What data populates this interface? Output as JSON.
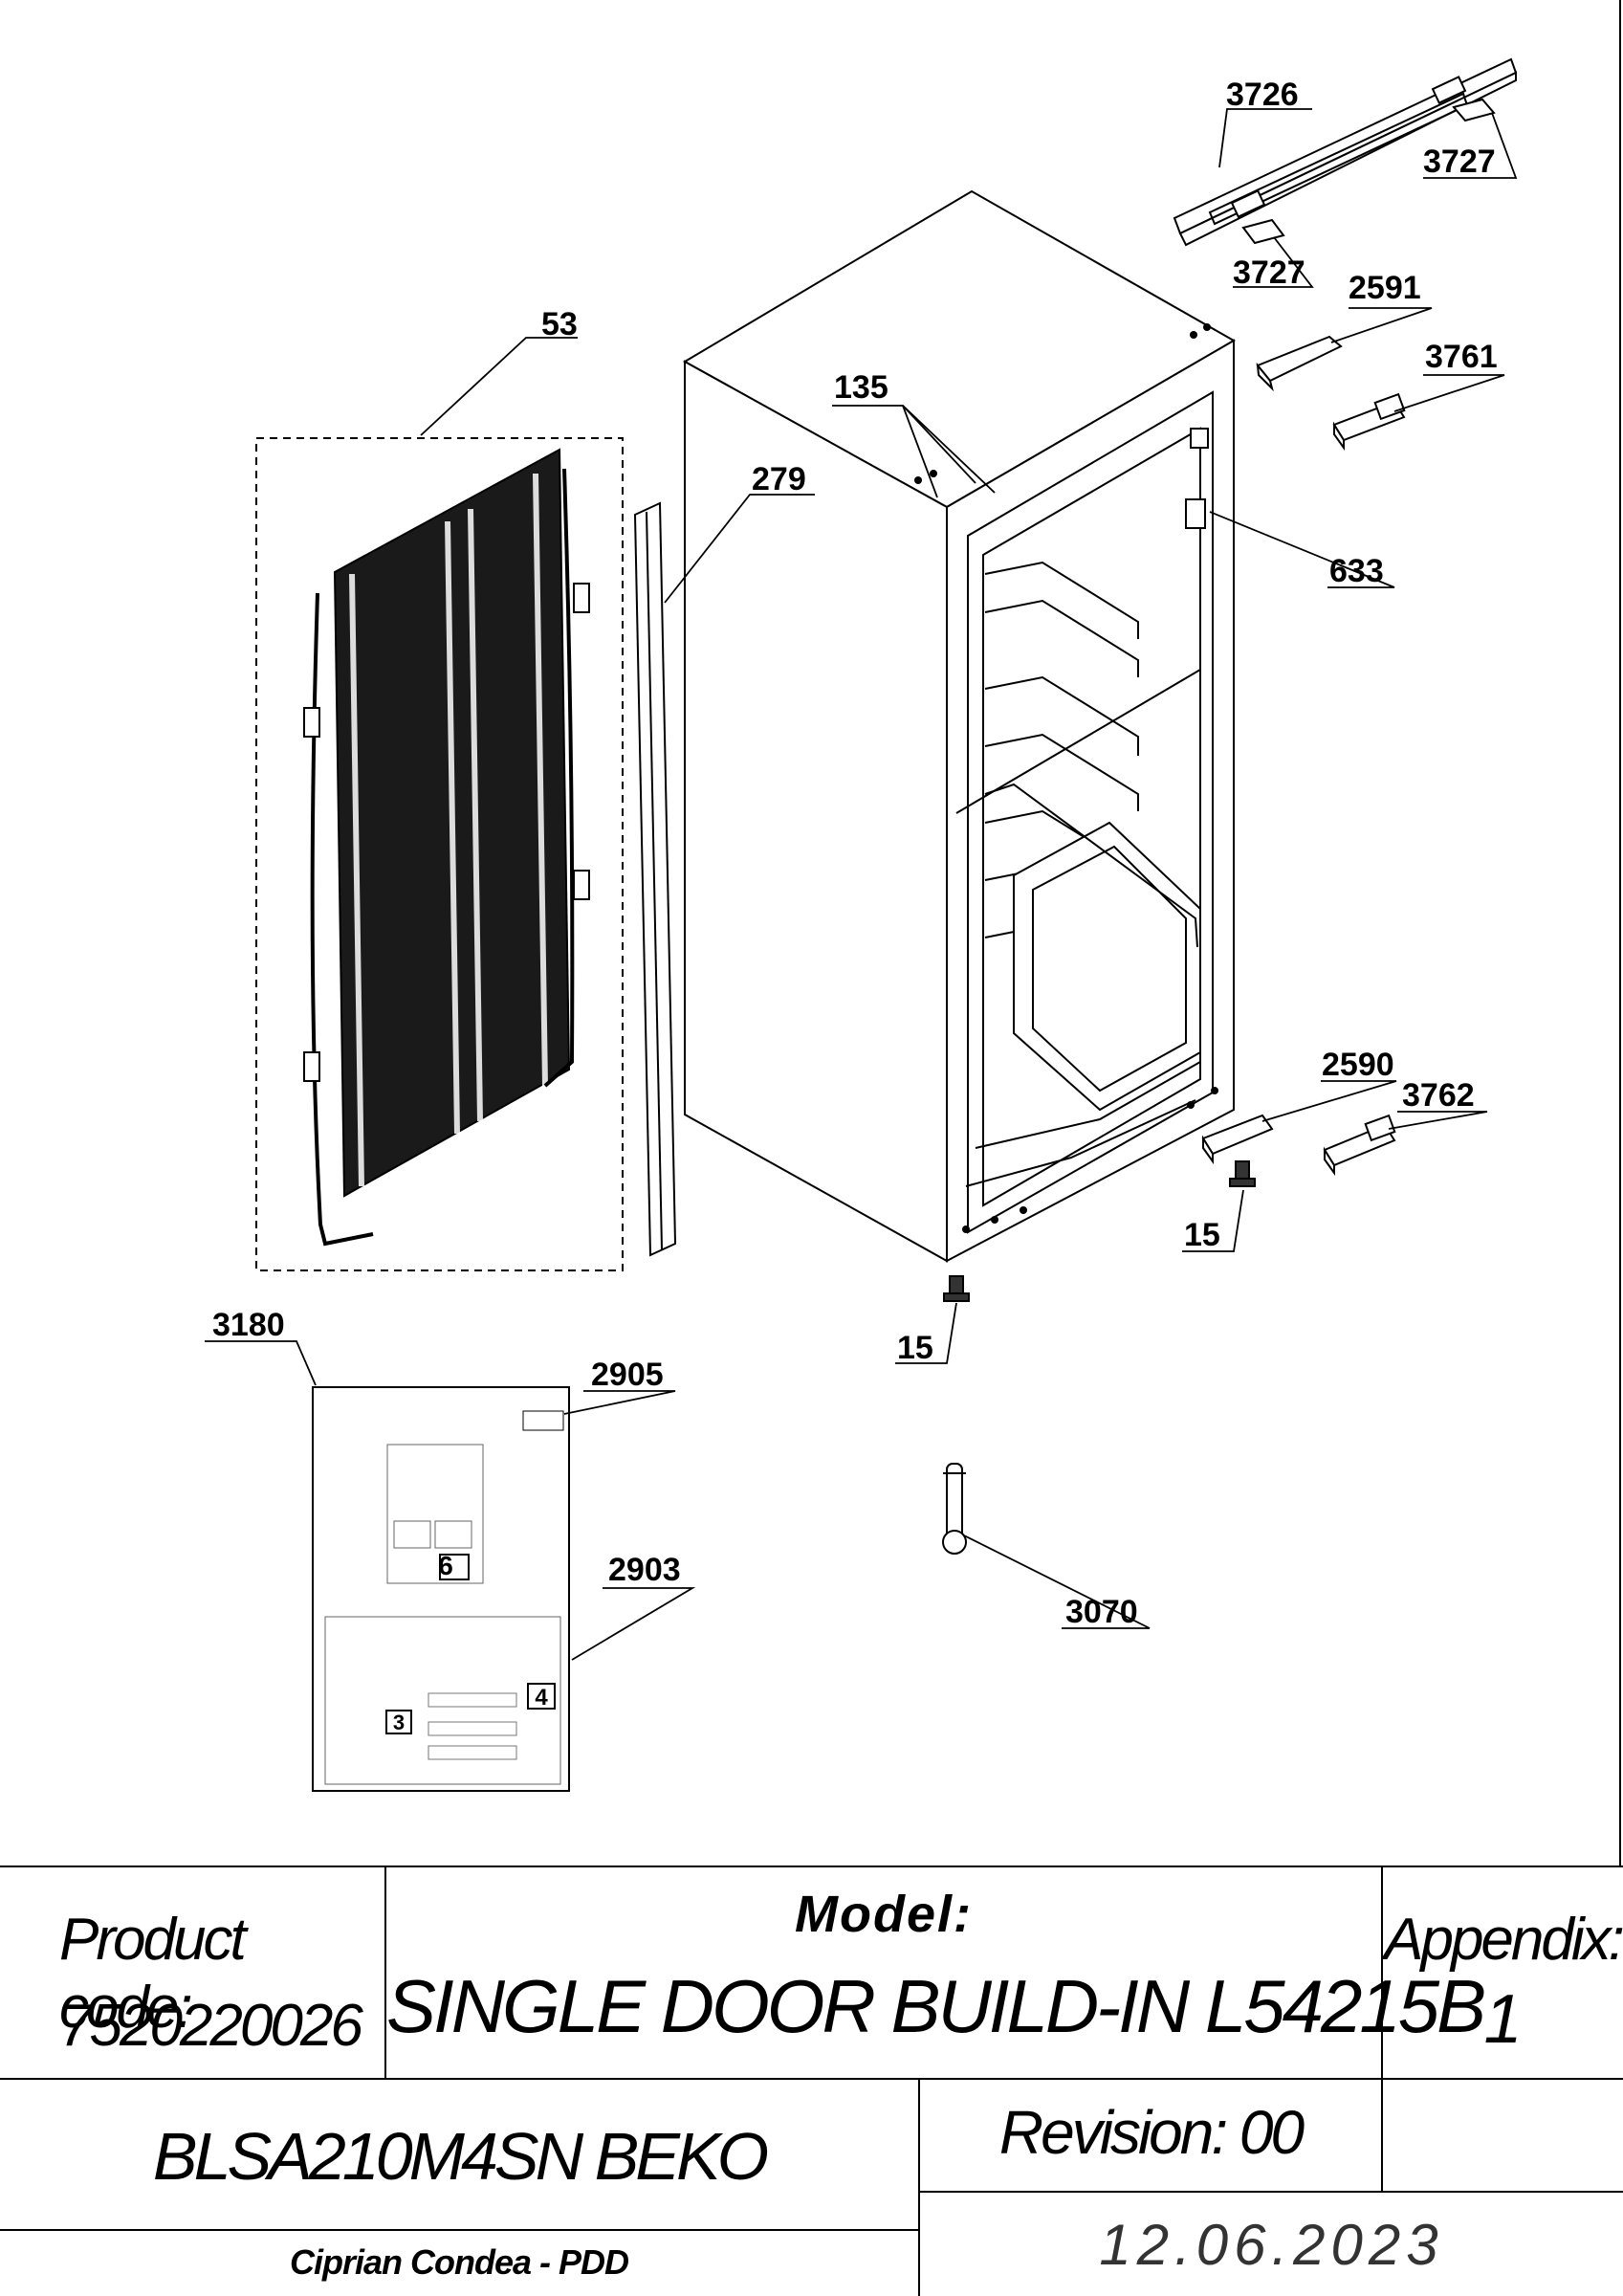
{
  "callouts": {
    "c3726": "3726",
    "c3727a": "3727",
    "c3727b": "3727",
    "c2591": "2591",
    "c3761": "3761",
    "c53": "53",
    "c135": "135",
    "c279": "279",
    "c633": "633",
    "c2590": "2590",
    "c3762": "3762",
    "c15a": "15",
    "c15b": "15",
    "c3180": "3180",
    "c2905": "2905",
    "c2903": "2903",
    "c3070": "3070"
  },
  "title_block": {
    "product_code_label": "Product code:",
    "product_code_value": "7520220026",
    "model_label": "Model:",
    "model_value": "SINGLE DOOR BUILD-IN L54215B",
    "appendix_label": "Appendix:",
    "appendix_value": "1",
    "brand_model": "BLSA210M4SN BEKO",
    "revision": "Revision: 00",
    "author": "Ciprian Condea - PDD",
    "date": "12.06.2023"
  }
}
